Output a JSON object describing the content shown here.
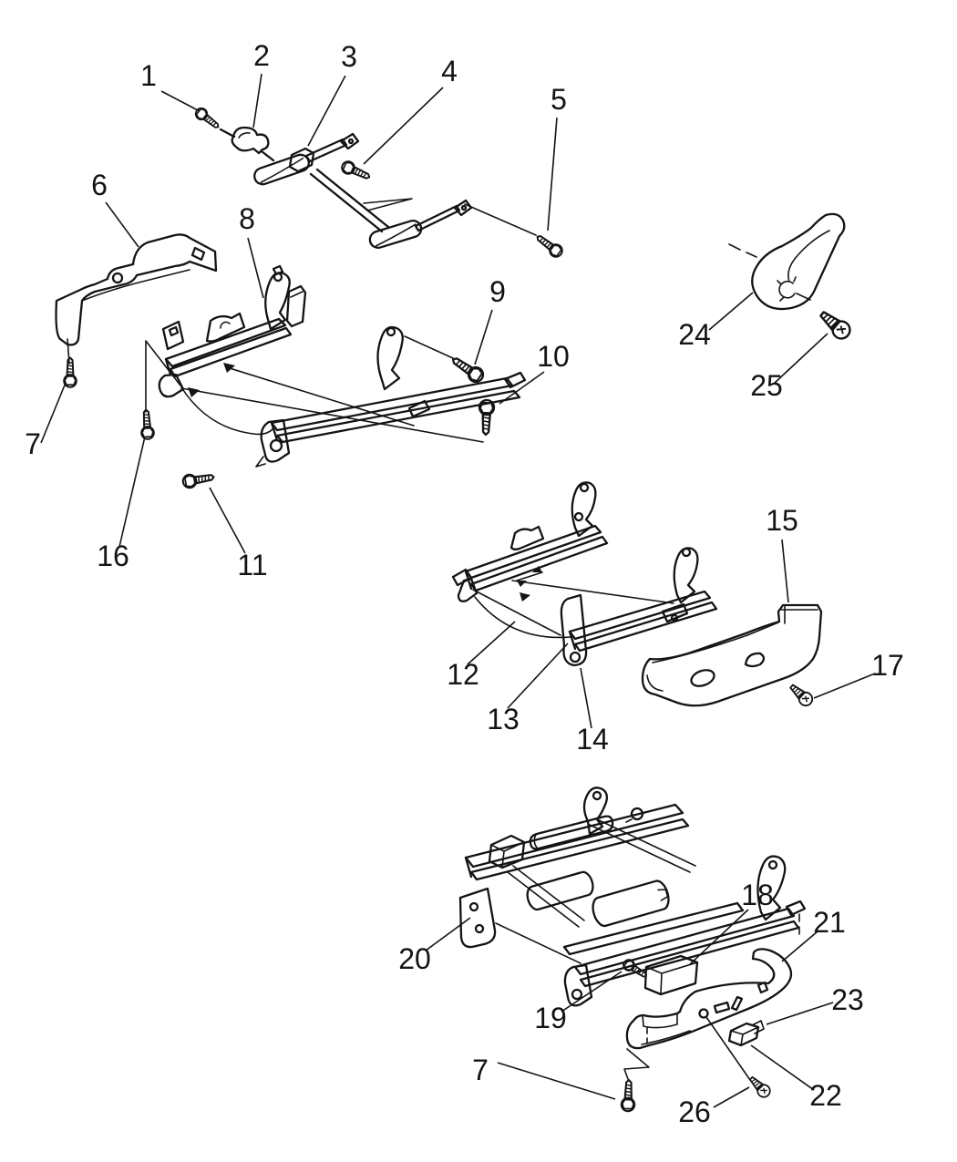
{
  "diagram": {
    "background_color": "#ffffff",
    "line_color": "#141414",
    "kind": "exploded-parts-line-drawing"
  },
  "callouts": {
    "c1": "1",
    "c2": "2",
    "c3": "3",
    "c4": "4",
    "c5": "5",
    "c6": "6",
    "c7a": "7",
    "c8": "8",
    "c9": "9",
    "c10": "10",
    "c11": "11",
    "c12": "12",
    "c13": "13",
    "c14": "14",
    "c15": "15",
    "c16": "16",
    "c17": "17",
    "c18": "18",
    "c19": "19",
    "c20": "20",
    "c21": "21",
    "c22": "22",
    "c23": "23",
    "c24": "24",
    "c25": "25",
    "c26": "26",
    "c7b": "7"
  }
}
